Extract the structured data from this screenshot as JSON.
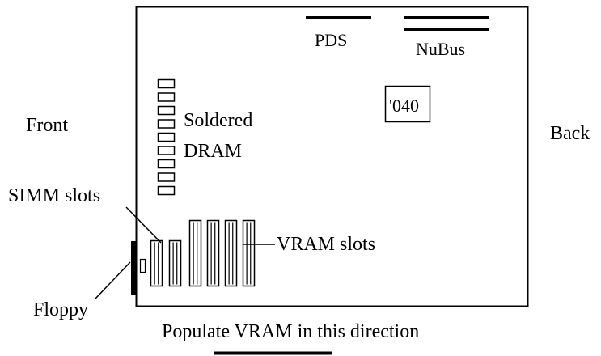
{
  "labels": {
    "front": "Front",
    "back": "Back",
    "pds": "PDS",
    "nubus": "NuBus",
    "cpu": "'040",
    "soldered_line1": "Soldered",
    "soldered_line2": "DRAM",
    "simm_slots": "SIMM slots",
    "vram_slots": "VRAM slots",
    "floppy": "Floppy",
    "populate": "Populate VRAM in this direction"
  },
  "components": {
    "soldered_dram_chip_count": 9,
    "simm_slot_count": 2,
    "vram_slot_count": 4,
    "nubus_slot_count": 2,
    "pds_slot_count": 1
  }
}
